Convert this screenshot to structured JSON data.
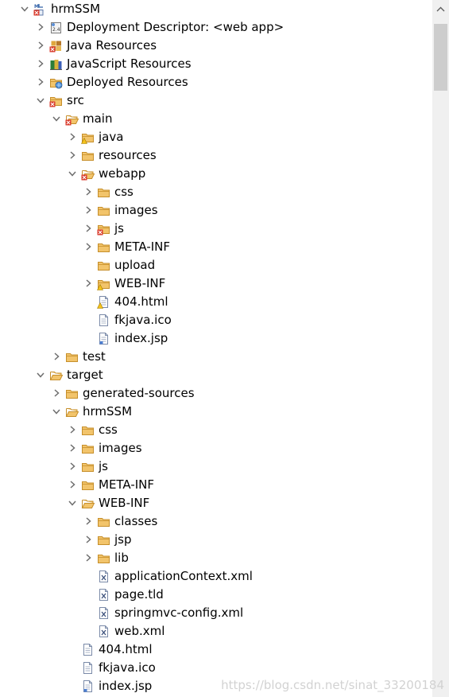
{
  "colors": {
    "folder_fill": "#f2c46b",
    "folder_stroke": "#c68f2b",
    "error_badge": "#d93a2b",
    "chevron": "#6d6d6d",
    "file_stroke": "#7a8aa8",
    "scroll_track": "#f0f0f0",
    "scroll_thumb": "#cdcdcd",
    "watermark": "#d2d2d2"
  },
  "tree": [
    {
      "label": "hrmSSM",
      "depth": 0,
      "chevron": "down",
      "icon": "maven-web-project-icon"
    },
    {
      "label": "Deployment Descriptor: <web app>",
      "depth": 1,
      "chevron": "right",
      "icon": "deployment-descriptor-icon"
    },
    {
      "label": "Java Resources",
      "depth": 1,
      "chevron": "right",
      "icon": "java-resources-icon"
    },
    {
      "label": "JavaScript Resources",
      "depth": 1,
      "chevron": "right",
      "icon": "javascript-resources-icon"
    },
    {
      "label": "Deployed Resources",
      "depth": 1,
      "chevron": "right",
      "icon": "deployed-resources-icon"
    },
    {
      "label": "src",
      "depth": 1,
      "chevron": "down",
      "icon": "folder-error-icon"
    },
    {
      "label": "main",
      "depth": 2,
      "chevron": "down",
      "icon": "open-folder-error-icon"
    },
    {
      "label": "java",
      "depth": 3,
      "chevron": "right",
      "icon": "folder-warning-icon"
    },
    {
      "label": "resources",
      "depth": 3,
      "chevron": "right",
      "icon": "folder-icon"
    },
    {
      "label": "webapp",
      "depth": 3,
      "chevron": "down",
      "icon": "open-folder-error-icon"
    },
    {
      "label": "css",
      "depth": 4,
      "chevron": "right",
      "icon": "folder-icon"
    },
    {
      "label": "images",
      "depth": 4,
      "chevron": "right",
      "icon": "folder-icon"
    },
    {
      "label": "js",
      "depth": 4,
      "chevron": "right",
      "icon": "folder-error-icon"
    },
    {
      "label": "META-INF",
      "depth": 4,
      "chevron": "right",
      "icon": "folder-icon"
    },
    {
      "label": "upload",
      "depth": 4,
      "chevron": "none",
      "icon": "folder-icon"
    },
    {
      "label": "WEB-INF",
      "depth": 4,
      "chevron": "right",
      "icon": "folder-warning-icon"
    },
    {
      "label": "404.html",
      "depth": 4,
      "chevron": "none",
      "icon": "file-warning-icon"
    },
    {
      "label": "fkjava.ico",
      "depth": 4,
      "chevron": "none",
      "icon": "file-icon"
    },
    {
      "label": "index.jsp",
      "depth": 4,
      "chevron": "none",
      "icon": "jsp-file-icon"
    },
    {
      "label": "test",
      "depth": 2,
      "chevron": "right",
      "icon": "folder-icon"
    },
    {
      "label": "target",
      "depth": 1,
      "chevron": "down",
      "icon": "open-folder-icon"
    },
    {
      "label": "generated-sources",
      "depth": 2,
      "chevron": "right",
      "icon": "folder-icon"
    },
    {
      "label": "hrmSSM",
      "depth": 2,
      "chevron": "down",
      "icon": "open-folder-icon"
    },
    {
      "label": "css",
      "depth": 3,
      "chevron": "right",
      "icon": "folder-icon"
    },
    {
      "label": "images",
      "depth": 3,
      "chevron": "right",
      "icon": "folder-icon"
    },
    {
      "label": "js",
      "depth": 3,
      "chevron": "right",
      "icon": "folder-icon"
    },
    {
      "label": "META-INF",
      "depth": 3,
      "chevron": "right",
      "icon": "folder-icon"
    },
    {
      "label": "WEB-INF",
      "depth": 3,
      "chevron": "down",
      "icon": "open-folder-icon"
    },
    {
      "label": "classes",
      "depth": 4,
      "chevron": "right",
      "icon": "folder-icon"
    },
    {
      "label": "jsp",
      "depth": 4,
      "chevron": "right",
      "icon": "folder-icon"
    },
    {
      "label": "lib",
      "depth": 4,
      "chevron": "right",
      "icon": "folder-icon"
    },
    {
      "label": "applicationContext.xml",
      "depth": 4,
      "chevron": "none",
      "icon": "xml-file-icon"
    },
    {
      "label": "page.tld",
      "depth": 4,
      "chevron": "none",
      "icon": "xml-file-icon"
    },
    {
      "label": "springmvc-config.xml",
      "depth": 4,
      "chevron": "none",
      "icon": "xml-file-icon"
    },
    {
      "label": "web.xml",
      "depth": 4,
      "chevron": "none",
      "icon": "xml-file-icon"
    },
    {
      "label": "404.html",
      "depth": 3,
      "chevron": "none",
      "icon": "file-icon"
    },
    {
      "label": "fkjava.ico",
      "depth": 3,
      "chevron": "none",
      "icon": "file-icon"
    },
    {
      "label": "index.jsp",
      "depth": 3,
      "chevron": "none",
      "icon": "jsp-file-icon"
    }
  ],
  "watermark": "https://blog.csdn.net/sinat_33200184"
}
